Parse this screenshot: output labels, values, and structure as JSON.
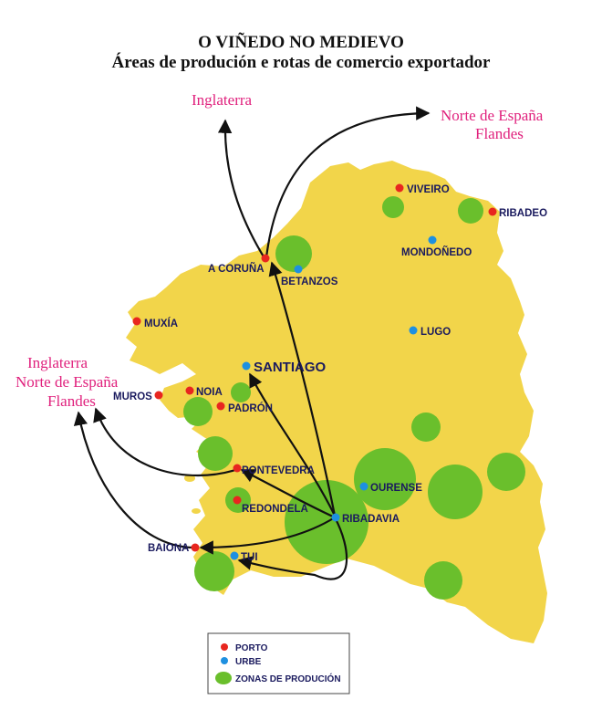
{
  "title": "O VIÑEDO NO MEDIEVO",
  "subtitle": "Áreas de produción e rotas de comercio exportador",
  "destinations": {
    "inglaterra_top": "Inglaterra",
    "norte_espana_top": "Norte de España",
    "flandes_top": "Flandes",
    "inglaterra_left": "Inglaterra",
    "norte_espana_left": "Norte de España",
    "flandes_left": "Flandes"
  },
  "places": {
    "viveiro": "VIVEIRO",
    "ribadeo": "RIBADEO",
    "mondonedo": "MONDOÑEDO",
    "a_coruna": "A CORUÑA",
    "betanzos": "BETANZOS",
    "muxia": "MUXÍA",
    "lugo": "LUGO",
    "santiago": "SANTIAGO",
    "muros": "MUROS",
    "noia": "NOIA",
    "padron": "PADRÓN",
    "pontevedra": "PONTEVEDRA",
    "ourense": "OURENSE",
    "redondela": "REDONDELA",
    "ribadavia": "RIBADAVIA",
    "baiona": "BAIONA",
    "tui": "TUI"
  },
  "legend": {
    "porto": "PORTO",
    "urbe": "URBE",
    "zonas": "ZONAS DE PRODUCIÓN"
  },
  "colors": {
    "land": "#f2d54a",
    "production": "#6abf2c",
    "port": "#e8261f",
    "city": "#1e90e0",
    "destination_text": "#e0217d"
  }
}
